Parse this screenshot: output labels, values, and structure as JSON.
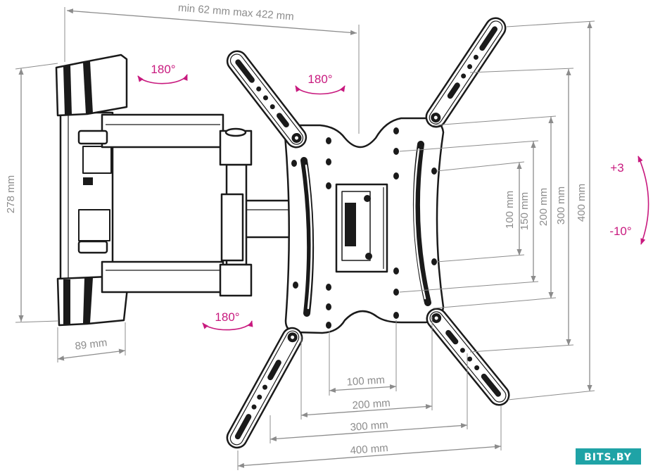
{
  "diagram": {
    "extension_range": "min 62 mm max 422 mm",
    "wall_plate": {
      "height": "278 mm",
      "depth": "89 mm"
    },
    "swivel": {
      "wall_joint": "180°",
      "plate_joint": "180°",
      "elbow_joint": "180°"
    },
    "tilt": {
      "up": "+3",
      "down": "-10°"
    },
    "vesa_vertical": [
      "100 mm",
      "150 mm",
      "200 mm",
      "300 mm",
      "400 mm"
    ],
    "vesa_horizontal": [
      "100 mm",
      "200 mm",
      "300 mm",
      "400 mm"
    ]
  },
  "logo": {
    "text": "BITS.BY"
  },
  "colors": {
    "line": "#1a1a1a",
    "dimension": "#8c8c8c",
    "accent": "#c8197e",
    "logo": "#1fa3a6",
    "logo_text": "#ffffff"
  }
}
